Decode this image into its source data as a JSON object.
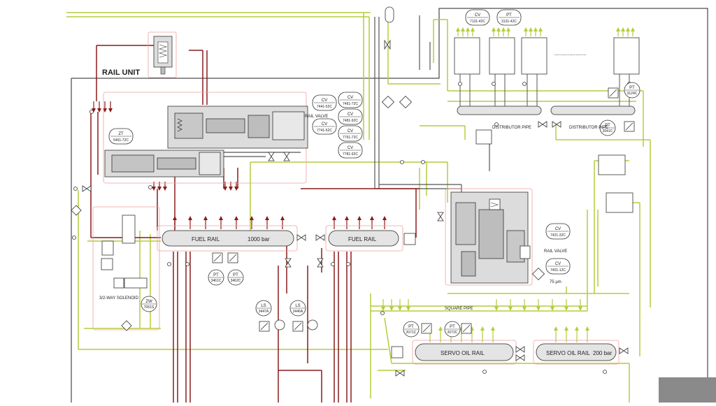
{
  "title": "RAIL UNIT",
  "colors": {
    "fuel": "#8b1a1a",
    "servo_oil": "#b5cc3c",
    "control": "#5a5a5a",
    "rail_fill": "#e4e4e4",
    "highlight_frame": "#f0a0a0"
  },
  "instruments": [
    {
      "tag": "CV",
      "num": "7131-42C"
    },
    {
      "tag": "PT",
      "num": "3131-42C"
    },
    {
      "tag": "ZT",
      "num": "5461-72C"
    },
    {
      "tag": "CV",
      "num": "7441-52C"
    },
    {
      "tag": "CV",
      "num": "7741-52C"
    },
    {
      "tag": "CV",
      "num": "7461-72C"
    },
    {
      "tag": "CV",
      "num": "7481-92C"
    },
    {
      "tag": "CV",
      "num": "7761-72C"
    },
    {
      "tag": "CV",
      "num": "7781-92C"
    },
    {
      "tag": "PT",
      "num": "3124C"
    },
    {
      "tag": "PT",
      "num": "2041C"
    },
    {
      "tag": "CV",
      "num": "7421-32C"
    },
    {
      "tag": "CV",
      "num": "7401-12C"
    },
    {
      "tag": "PT",
      "num": "3461C"
    },
    {
      "tag": "PT",
      "num": "3462C"
    },
    {
      "tag": "ZW",
      "num": "7061S"
    },
    {
      "tag": "LS",
      "num": "3447A"
    },
    {
      "tag": "LS",
      "num": "3446A"
    },
    {
      "tag": "PT",
      "num": "2071C"
    },
    {
      "tag": "PT",
      "num": "2072C"
    }
  ],
  "labels": {
    "rail_valve_top": "RAIL VALVE",
    "rail_valve_right": "RAIL VALVE",
    "distributor_pipe": "DISTRIBUTOR PIPE",
    "fuel_rail": "FUEL RAIL",
    "fuel_rail_pressure": "1000 bar",
    "square_pipe": "SQUARE PIPE",
    "servo_oil_rail": "SERVO OIL RAIL",
    "servo_oil_pressure": "200 bar",
    "solenoid": "3/2-WAY SOLENOID",
    "filter": "75 μm"
  },
  "icons": [
    "valve-icon",
    "check-valve-icon",
    "filter-icon",
    "pressure-switch-icon",
    "solenoid-icon",
    "arrow-up-icon"
  ]
}
